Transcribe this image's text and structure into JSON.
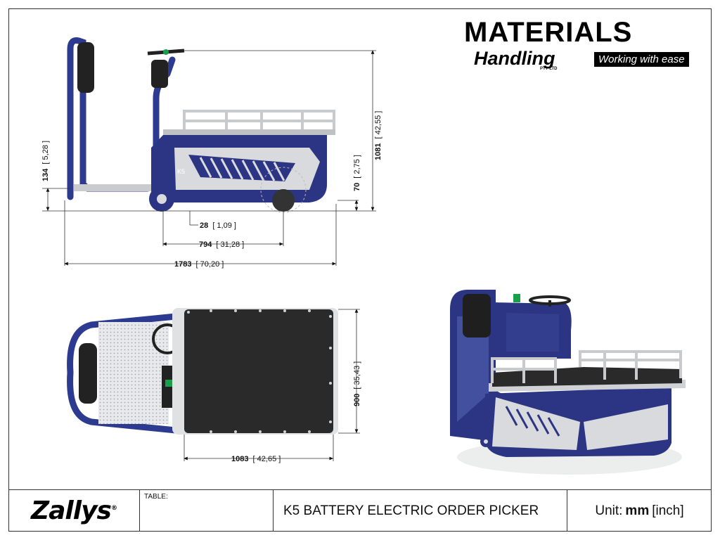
{
  "brand": {
    "line1": "MATERIALS",
    "line2": "Handling",
    "pty": "PTY LTD",
    "tagline": "Working with ease"
  },
  "dimensions": {
    "seat_height": {
      "mm": "134",
      "inch": "[ 5,28 ]"
    },
    "total_height": {
      "mm": "1081",
      "inch": "[ 42,55 ]"
    },
    "deck_clearance": {
      "mm": "70",
      "inch": "[ 2,75 ]"
    },
    "ground_clearance": {
      "mm": "28",
      "inch": "[ 1,09 ]"
    },
    "wheelbase": {
      "mm": "794",
      "inch": "[ 31,28 ]"
    },
    "total_length": {
      "mm": "1783",
      "inch": "[ 70,20 ]"
    },
    "width": {
      "mm": "900",
      "inch": "[ 35,43 ]"
    },
    "deck_length": {
      "mm": "1083",
      "inch": "[ 42,65 ]"
    }
  },
  "vehicle": {
    "badge": "K5"
  },
  "title_block": {
    "logo": "Zallys",
    "logo_reg": "®",
    "table_label": "TABLE:",
    "title": "K5 BATTERY ELECTRIC ORDER PICKER",
    "unit_label": "Unit:",
    "unit_primary": "mm",
    "unit_secondary": "[inch]"
  },
  "colors": {
    "body_blue": "#2b3584",
    "frame_blue": "#2c3a8f",
    "panel_grey": "#d9dadd",
    "rail_silver": "#c8cacd",
    "deck_black": "#2a2a2a",
    "accent_green": "#1aa04a"
  }
}
